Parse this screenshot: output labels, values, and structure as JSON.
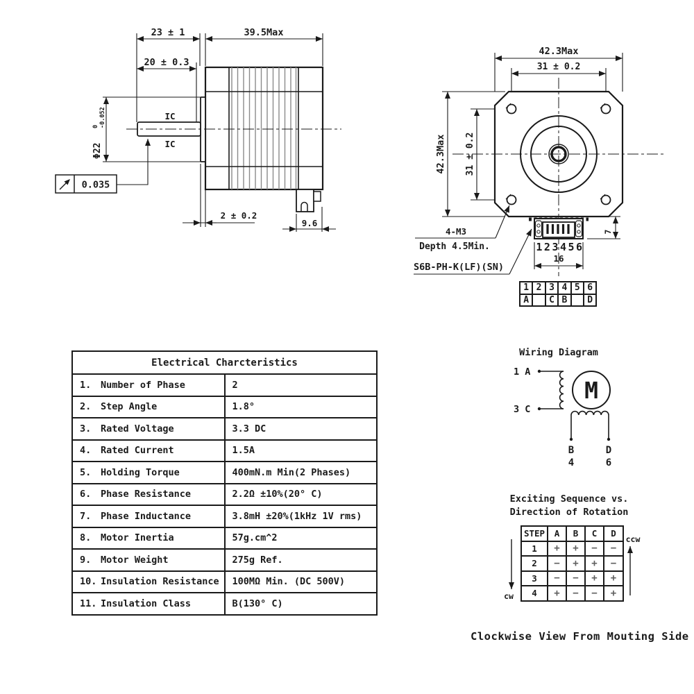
{
  "colors": {
    "line": "#1a1a1a",
    "hatch": "#8a8a8a",
    "background": "#ffffff",
    "sign_gray": "#5f5f5f"
  },
  "side_view": {
    "dims": {
      "shaft_length": "23 ± 1",
      "body_length": "39.5Max",
      "shaft_flat_length": "20 ± 0.3",
      "boss_thickness": "2 ± 0.2",
      "rear_connector_width": "9.6",
      "boss_diameter": "Φ22",
      "boss_dia_tol_upper": "0",
      "boss_dia_tol_lower": "-0.052",
      "runout_value": "0.035",
      "shaft_label_upper": "IC",
      "shaft_label_lower": "IC"
    }
  },
  "front_view": {
    "dims": {
      "width": "42.3Max",
      "hole_spacing_h": "31 ± 0.2",
      "height": "42.3Max",
      "hole_spacing_v": "31 ± 0.2",
      "screw_spec": "4-M3",
      "screw_depth": "Depth 4.5Min.",
      "connector_model": "S6B-PH-K(LF)(SN)",
      "pin_numbers": "123456",
      "connector_length": "16",
      "connector_height": "7"
    }
  },
  "pin_table": {
    "row1": [
      "1",
      "2",
      "3",
      "4",
      "5",
      "6"
    ],
    "row2": [
      "A",
      "",
      "C",
      "B",
      "",
      "D"
    ]
  },
  "electrical": {
    "title": "Electrical Charcteristics",
    "rows": [
      {
        "num": "1.",
        "name": "Number of Phase",
        "value": "2"
      },
      {
        "num": "2.",
        "name": "Step Angle",
        "value": "1.8°"
      },
      {
        "num": "3.",
        "name": "Rated Voltage",
        "value": "3.3 DC"
      },
      {
        "num": "4.",
        "name": "Rated Current",
        "value": "1.5A"
      },
      {
        "num": "5.",
        "name": "Holding Torque",
        "value": "400mN.m Min(2 Phases)"
      },
      {
        "num": "6.",
        "name": "Phase Resistance",
        "value": "2.2Ω ±10%(20° C)"
      },
      {
        "num": "7.",
        "name": "Phase Inductance",
        "value": "3.8mH ±20%(1kHz 1V rms)"
      },
      {
        "num": "8.",
        "name": "Motor Inertia",
        "value": "57g.cm^2"
      },
      {
        "num": "9.",
        "name": "Motor Weight",
        "value": "275g Ref."
      },
      {
        "num": "10.",
        "name": "Insulation Resistance",
        "value": "100MΩ Min. (DC 500V)"
      },
      {
        "num": "11.",
        "name": "Insulation Class",
        "value": "B(130° C)"
      }
    ]
  },
  "wiring": {
    "title": "Wiring Diagram",
    "motor_symbol": "M",
    "terminal_1": "1 A",
    "terminal_3": "3 C",
    "terminal_b": "B",
    "terminal_b_pin": "4",
    "terminal_d": "D",
    "terminal_d_pin": "6"
  },
  "sequence": {
    "title_line1": "Exciting Sequence vs.",
    "title_line2": "Direction of Rotation",
    "headers": [
      "STEP",
      "A",
      "B",
      "C",
      "D"
    ],
    "rows": [
      {
        "step": "1",
        "a": "+",
        "b": "+",
        "c": "−",
        "d": "−"
      },
      {
        "step": "2",
        "a": "−",
        "b": "+",
        "c": "+",
        "d": "−"
      },
      {
        "step": "3",
        "a": "−",
        "b": "−",
        "c": "+",
        "d": "+"
      },
      {
        "step": "4",
        "a": "+",
        "b": "−",
        "c": "−",
        "d": "+"
      }
    ],
    "cw_label": "cw",
    "ccw_label": "ccw"
  },
  "caption": "Clockwise View From Mouting Side"
}
